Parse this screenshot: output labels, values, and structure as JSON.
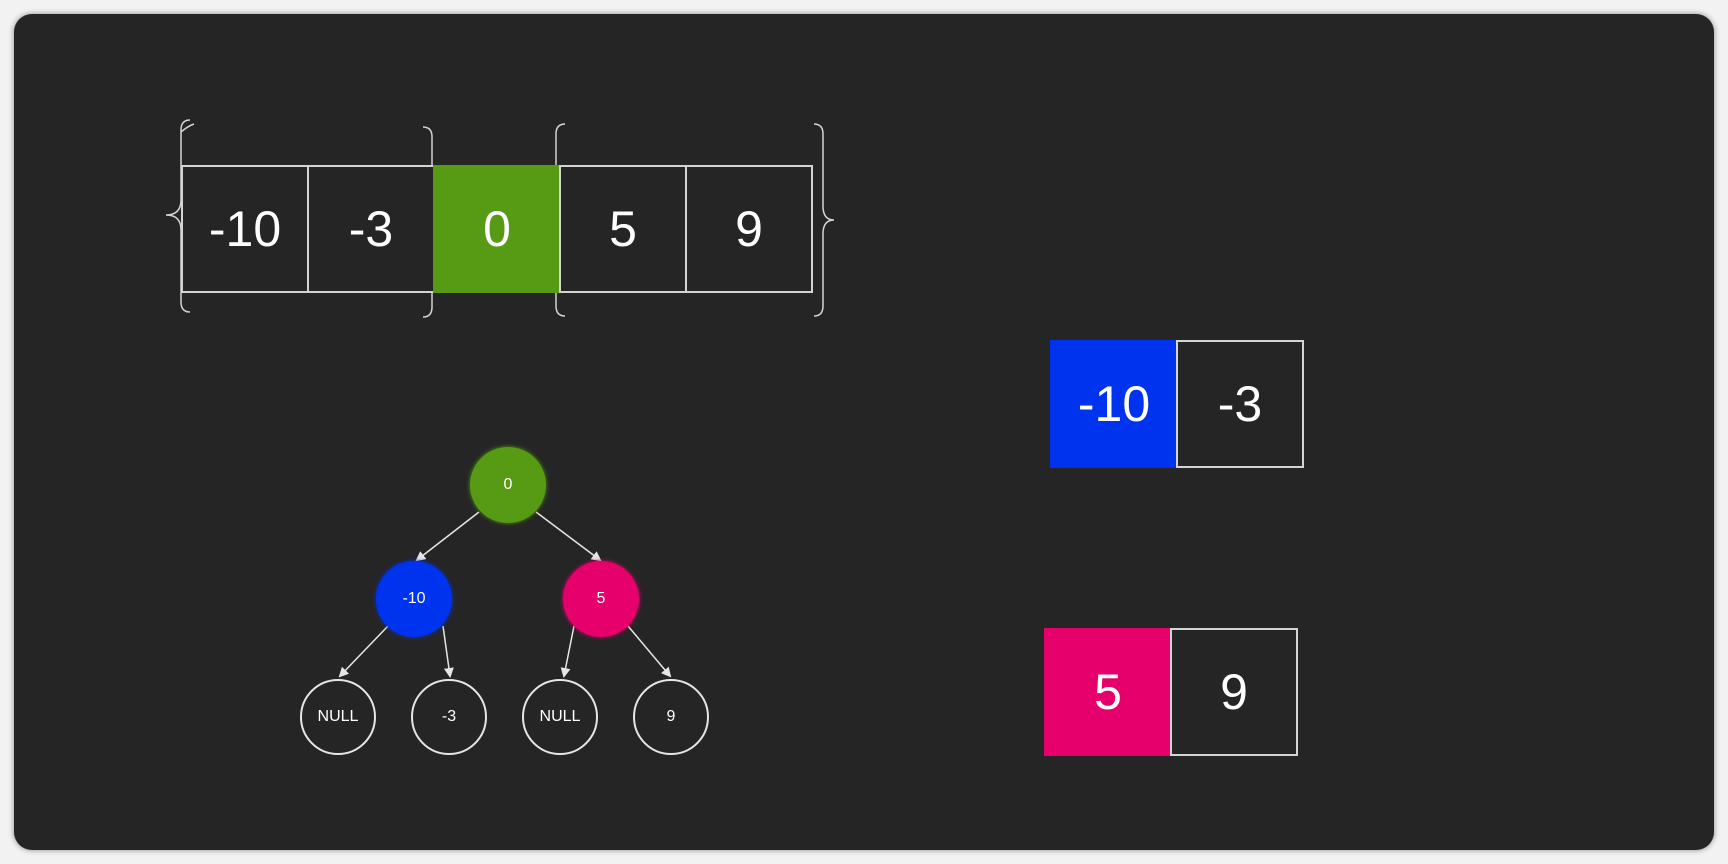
{
  "array": {
    "cells": [
      "-10",
      "-3",
      "0",
      "5",
      "9"
    ]
  },
  "tree": {
    "root": "0",
    "left": "-10",
    "right": "5",
    "left_left": "NULL",
    "left_right": "-3",
    "right_left": "NULL",
    "right_right": "9"
  },
  "left_subarray": {
    "cells": [
      "-10",
      "-3"
    ]
  },
  "right_subarray": {
    "cells": [
      "5",
      "9"
    ]
  },
  "colors": {
    "background": "#252526",
    "root_green": "#579a13",
    "left_blue": "#0033ee",
    "right_pink": "#e5006b",
    "outline": "#d4d4d4"
  }
}
